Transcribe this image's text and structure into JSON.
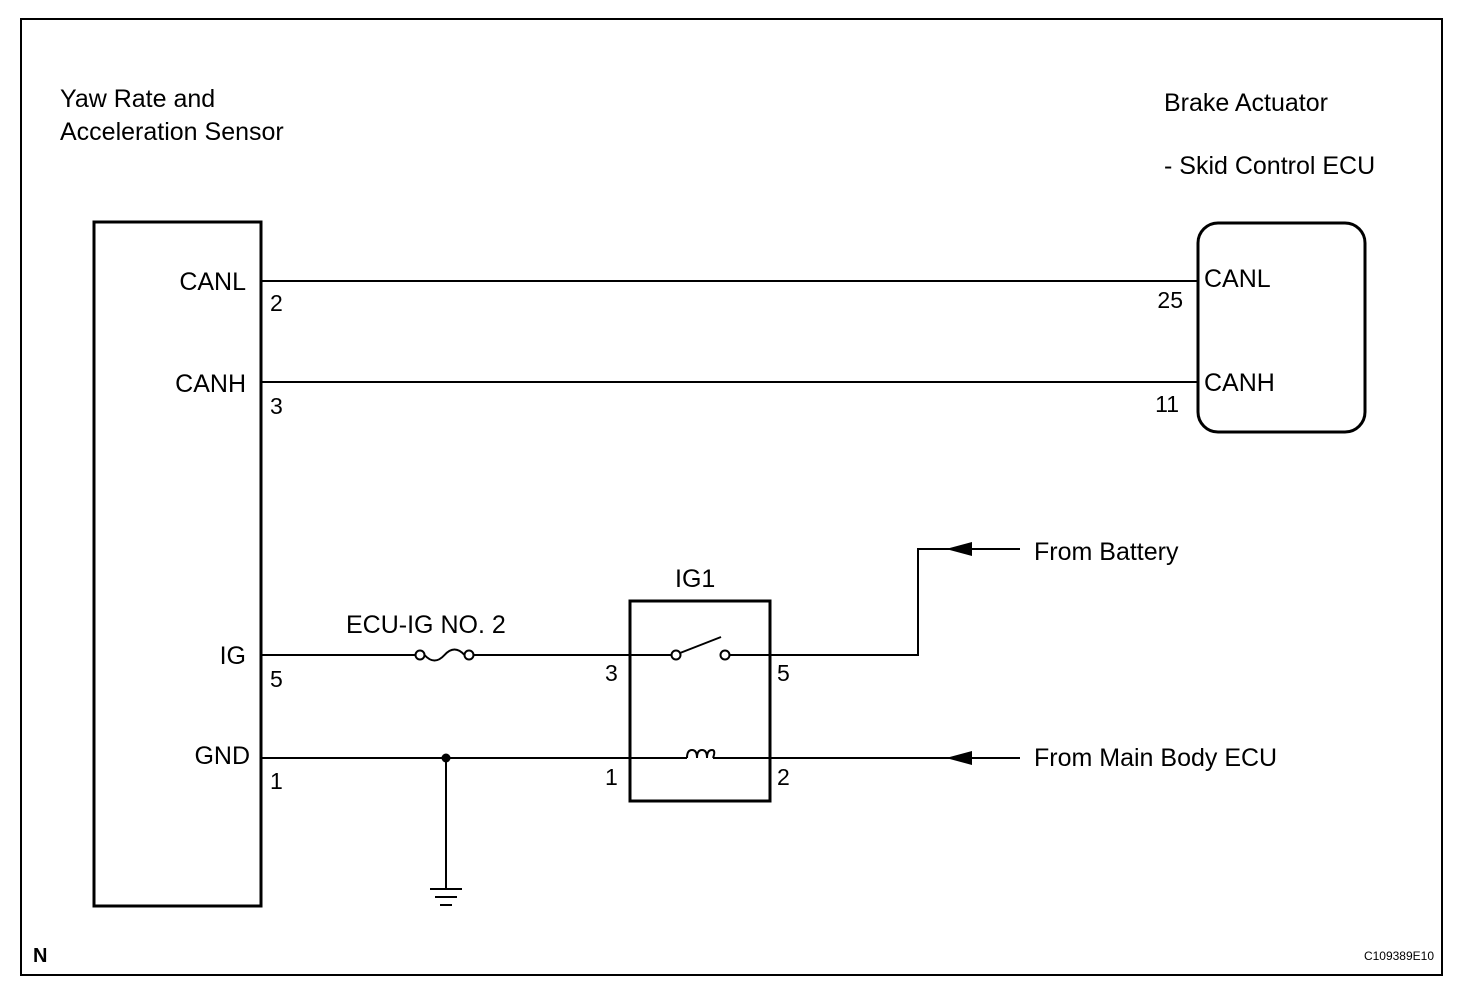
{
  "sensor": {
    "title_line1": "Yaw Rate and",
    "title_line2": "Acceleration Sensor",
    "terminals": [
      {
        "signal": "CANL",
        "pin": "2"
      },
      {
        "signal": "CANH",
        "pin": "3"
      },
      {
        "signal": "IG",
        "pin": "5"
      },
      {
        "signal": "GND",
        "pin": "1"
      }
    ]
  },
  "ecu": {
    "title_line1": "Brake Actuator",
    "title_line2": "- Skid Control ECU",
    "terminals": [
      {
        "signal": "CANL",
        "pin": "25"
      },
      {
        "signal": "CANH",
        "pin": "11"
      }
    ]
  },
  "fuse": {
    "label": "ECU-IG NO. 2"
  },
  "relay": {
    "label": "IG1",
    "pins": {
      "switch_in": "3",
      "switch_out": "5",
      "coil_in": "1",
      "coil_out": "2"
    }
  },
  "sources": {
    "battery": "From Battery",
    "main_body": "From Main Body ECU"
  },
  "footer": {
    "left_mark": "N",
    "figure_code": "C109389E10"
  }
}
